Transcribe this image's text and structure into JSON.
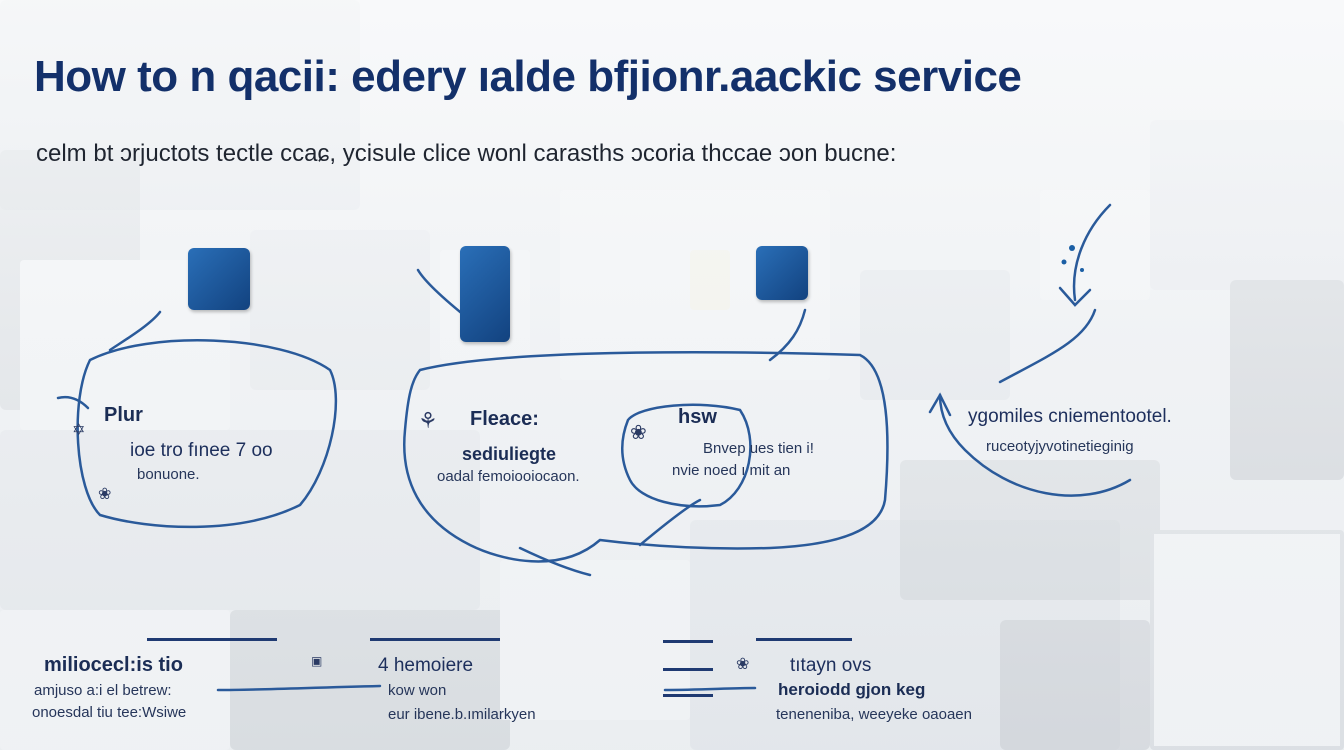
{
  "title": "How to n qacii: edery ıalde bfjionr.aackic service",
  "subtitle": "celm bt ɔrjuctots tectle ccaɕ, ycisule clice wonl carasths ɔcoria thccae ɔon bucne:",
  "steps": [
    {
      "label1": "Plur",
      "label2": "ioe tro fınee 7 oo",
      "label3": "bonuone."
    },
    {
      "label1": "Fleace:",
      "label2": "sediuliegte",
      "label3": "oadal femoiooiocaon."
    },
    {
      "label1": "hsw",
      "label2": "Bnvep ues tien i!",
      "label3": "nvie noed ı mit an"
    },
    {
      "label1": "ygomiles cniementootel.",
      "label2": "ruceotyjyvotinetieginig"
    }
  ],
  "footer": [
    {
      "label1": "miliocecl:is tio",
      "label2": "amjuso  a:i el betrew:",
      "label3": "onoesdal tiu tee:Wsiwe"
    },
    {
      "label1": "4  hemoiere",
      "label2": "kow won",
      "label3": "eur ibene.b.ımilarkyen"
    },
    {
      "label1": "tıtayn    ovs",
      "label2": "heroiodd  gjon keg",
      "label3": "teneneniba, weeyeke oaoaen"
    }
  ],
  "colors": {
    "accent": "#1f3f7f",
    "icon": "#1b5fa5",
    "title": "#13306a"
  },
  "icons": [
    "folder-icon",
    "document-icon",
    "square-app-icon",
    "arrow-icon"
  ]
}
